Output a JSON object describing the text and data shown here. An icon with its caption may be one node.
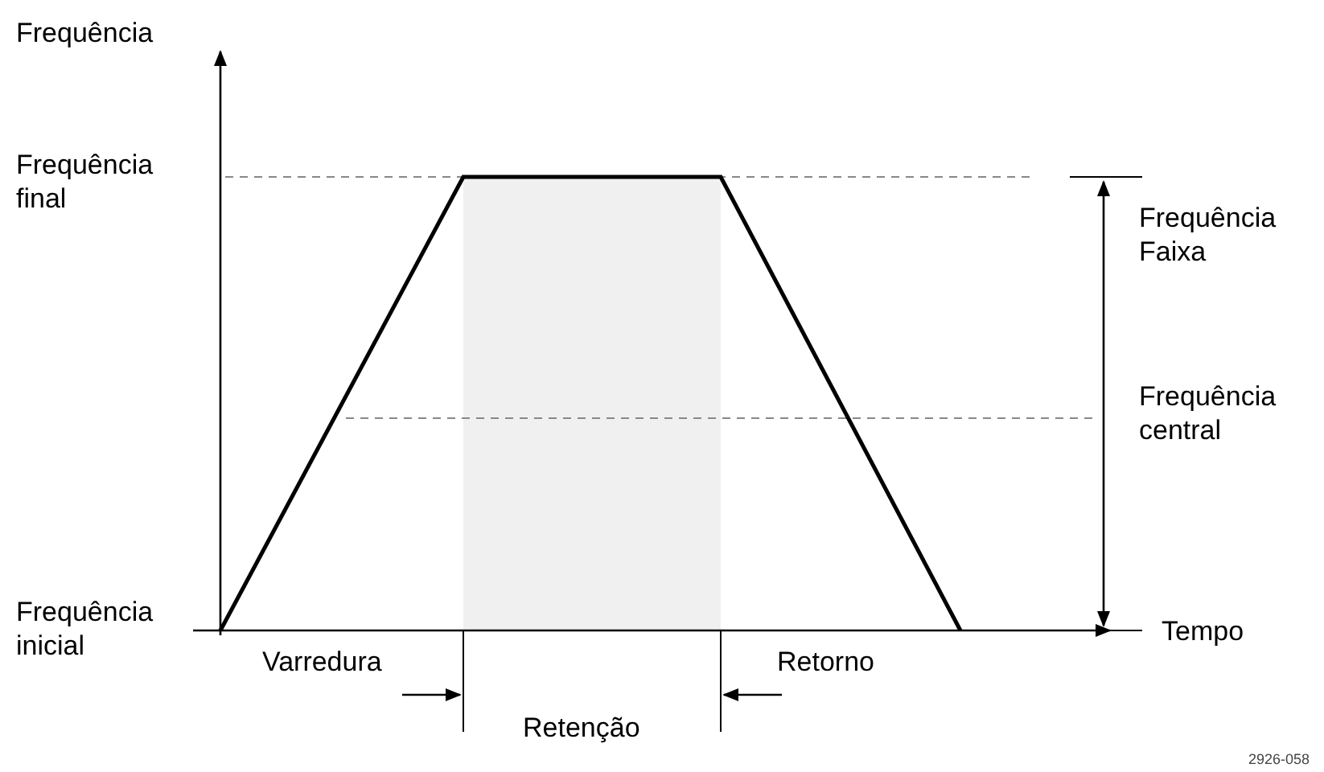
{
  "diagram": {
    "labels": [
      "Frequência",
      "Frequência final",
      "Frequência Faixa",
      "Frequência central",
      "Frequência inicial",
      "Tempo",
      "Varredura",
      "Retorno",
      "Retenção",
      "2926-058"
    ]
  }
}
